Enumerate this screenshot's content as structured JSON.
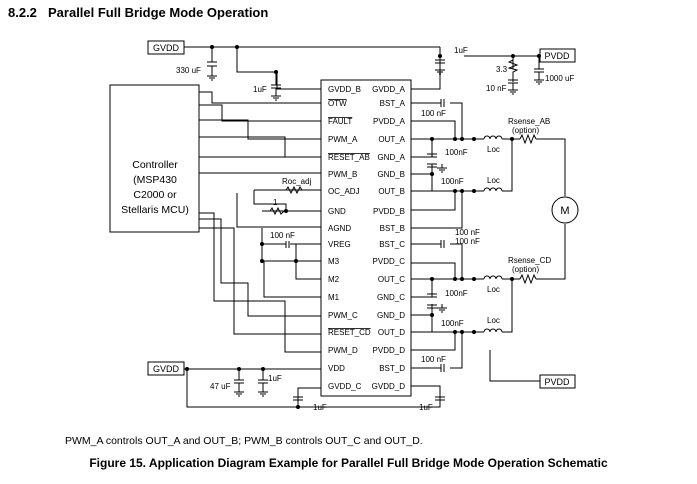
{
  "section": {
    "number": "8.2.2",
    "title": "Parallel Full Bridge Mode Operation"
  },
  "controller": {
    "lines": [
      "Controller",
      "(MSP430",
      "C2000 or",
      "Stellaris MCU)"
    ]
  },
  "ic": {
    "left_pins": [
      "GVDD_B",
      "OTW",
      "FAULT",
      "PWM_A",
      "RESET_AB",
      "PWM_B",
      "OC_ADJ",
      "GND",
      "AGND",
      "VREG",
      "M3",
      "M2",
      "M1",
      "PWM_C",
      "RESET_CD",
      "PWM_D",
      "VDD",
      "GVDD_C"
    ],
    "right_pins": [
      "GVDD_A",
      "BST_A",
      "PVDD_A",
      "OUT_A",
      "GND_A",
      "GND_B",
      "OUT_B",
      "PVDD_B",
      "BST_B",
      "BST_C",
      "PVDD_C",
      "OUT_C",
      "GND_C",
      "GND_D",
      "OUT_D",
      "PVDD_D",
      "BST_D",
      "GVDD_D"
    ]
  },
  "rails": {
    "gvdd_top": "GVDD",
    "gvdd_bottom": "GVDD",
    "pvdd_top": "PVDD",
    "pvdd_bottom": "PVDD"
  },
  "components": {
    "c_330": "330 uF",
    "c_1u_top_right": "1uF",
    "c_1u_gvddb": "1uF",
    "r_3_3": "3.3",
    "c_10n": "10 nF",
    "c_1000": "1000 uF",
    "c_100n_bst_a": "100 nF",
    "c_100nf_a": "100nF",
    "c_100nf_b": "100nF",
    "loc_ab_1": "Loc",
    "loc_ab_2": "Loc",
    "rsense_ab": "Rsense_AB",
    "rsense_ab_opt": "(option)",
    "roc_adj": "Roc_adj",
    "r_1": "1",
    "c_100n_vreg": "100 nF",
    "c_100n_bst_b": "100 nF",
    "c_100n_bst_c": "100 nF",
    "rsense_cd": "Rsense_CD",
    "rsense_cd_opt": "(option)",
    "loc_cd_1": "Loc",
    "loc_cd_2": "Loc",
    "c_100nf_c": "100nF",
    "c_100nf_d": "100nF",
    "c_100n_bst_d": "100 nF",
    "c_47u": "47 uF",
    "c_1u_vdd": "1uF",
    "c_1u_gvddc": "1uF",
    "c_1u_gvddd": "1uF",
    "motor": "M"
  },
  "note": "PWM_A controls OUT_A and OUT_B; PWM_B controls OUT_C and OUT_D.",
  "caption": "Figure 15.  Application Diagram Example for Parallel Full Bridge Mode Operation Schematic"
}
